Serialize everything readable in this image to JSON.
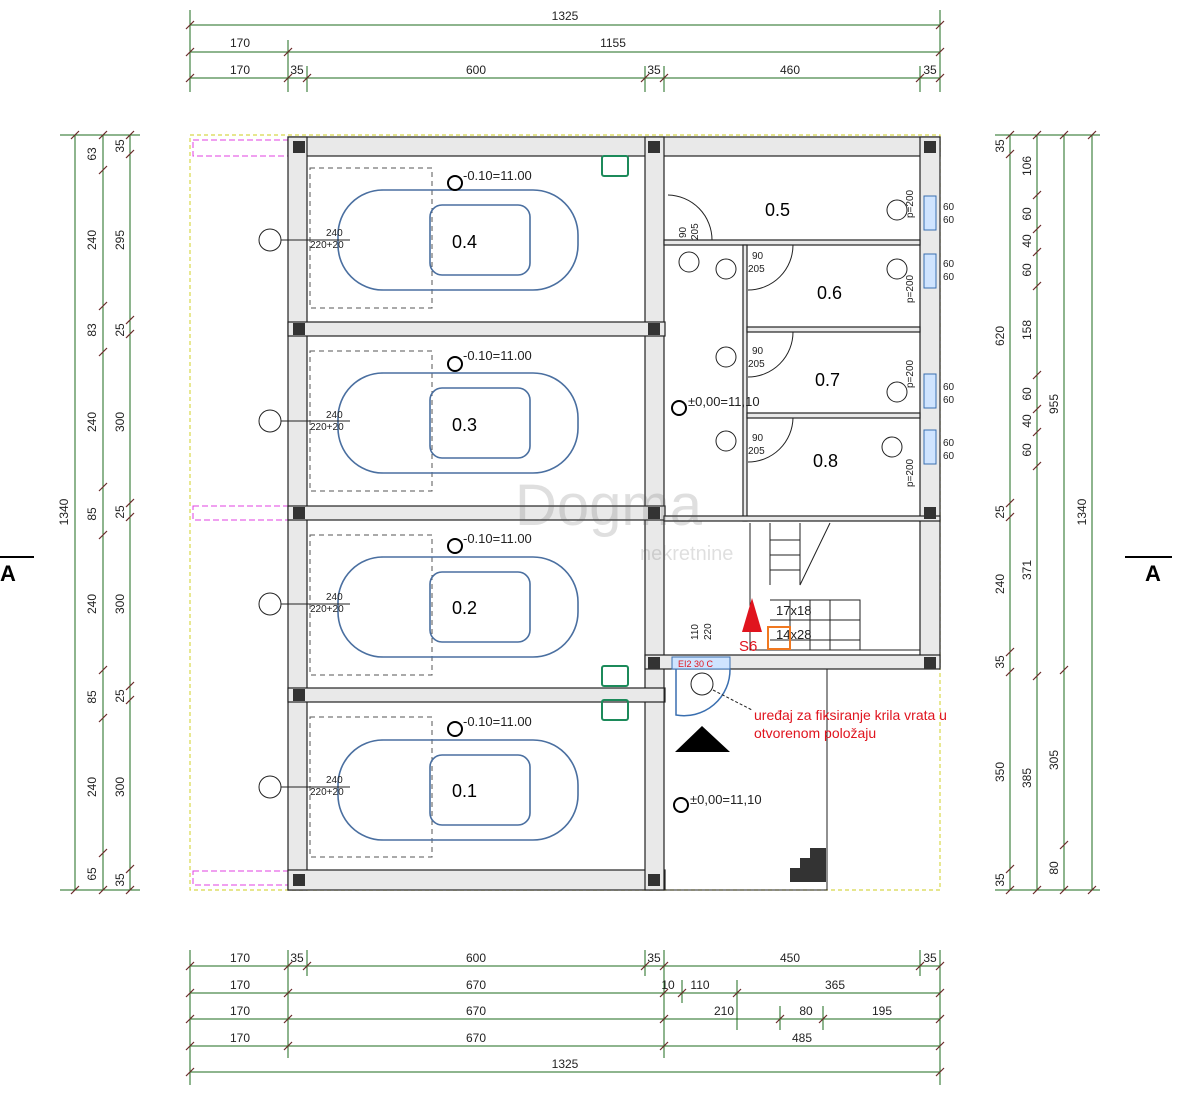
{
  "dims_top": {
    "total": "1325",
    "row2": [
      "170",
      "1155"
    ],
    "row3": [
      "170",
      "35",
      "600",
      "35",
      "460",
      "35"
    ]
  },
  "dims_bottom": {
    "row1": [
      "170",
      "35",
      "600",
      "35",
      "450",
      "35"
    ],
    "row2": [
      "170",
      "670",
      "10",
      "110",
      "365"
    ],
    "row3": [
      "170",
      "670",
      "210",
      "80",
      "195"
    ],
    "row4": [
      "170",
      "670",
      "485"
    ],
    "total": "1325"
  },
  "dims_left": {
    "outer": [
      "63",
      "240",
      "83",
      "240",
      "85",
      "240",
      "85",
      "240",
      "65"
    ],
    "inner": [
      "35",
      "295",
      "25",
      "300",
      "25",
      "300",
      "25",
      "300",
      "35"
    ],
    "total": "1340"
  },
  "dims_right": {
    "c1": [
      "35",
      "620",
      "25",
      "240",
      "35",
      "350",
      "35"
    ],
    "c2": [
      "106",
      "60",
      "40",
      "60",
      "158",
      "60",
      "40",
      "60",
      "371",
      "385"
    ],
    "c3": [
      "955",
      "305",
      "80"
    ],
    "total": "1340"
  },
  "section_marker": "A",
  "rooms": [
    {
      "label": "0.4",
      "level": "-0.10=11.00",
      "dims": [
        "240",
        "220+20"
      ]
    },
    {
      "label": "0.3",
      "level": "-0.10=11.00",
      "dims": [
        "240",
        "220+20"
      ]
    },
    {
      "label": "0.2",
      "level": "-0.10=11.00",
      "dims": [
        "240",
        "220+20"
      ]
    },
    {
      "label": "0.1",
      "level": "-0.10=11.00",
      "dims": [
        "240",
        "220+20"
      ]
    },
    {
      "label": "0.5"
    },
    {
      "label": "0.6"
    },
    {
      "label": "0.7"
    },
    {
      "label": "0.8"
    }
  ],
  "door_tags": {
    "d1": [
      "90",
      "205"
    ],
    "d2": [
      "90",
      "205"
    ],
    "d3": [
      "90",
      "205"
    ],
    "d4": [
      "90",
      "205"
    ],
    "win": [
      "60",
      "60"
    ],
    "side": "p=200",
    "entry": [
      "110",
      "220"
    ]
  },
  "levels": {
    "corridor": "±0,00=11,10",
    "entry": "±0,00=11,10"
  },
  "stairs": {
    "steps": "17x18",
    "tread": "14x28",
    "sign": "S6"
  },
  "fire_door": "EI2 30 C",
  "note": [
    "uređaj za fiksiranje krila vrata u",
    "otvorenom položaju"
  ],
  "watermark": [
    "Dogma",
    "nekretnine"
  ]
}
